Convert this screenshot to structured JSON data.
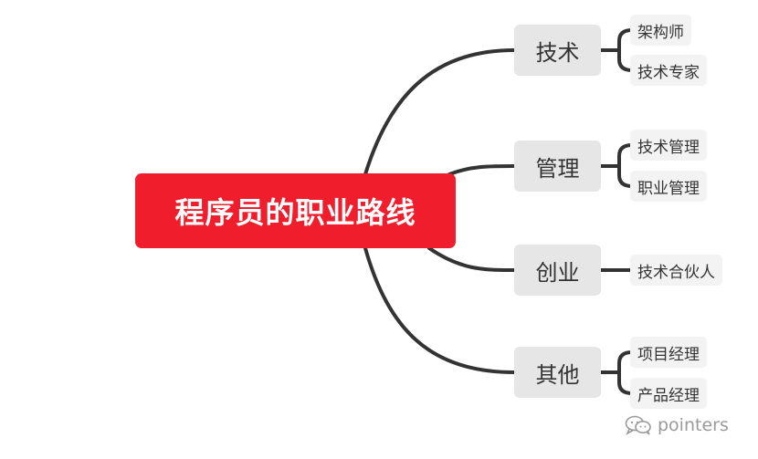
{
  "mindmap": {
    "root": "程序员的职业路线",
    "branches": [
      {
        "label": "技术",
        "children": [
          "架构师",
          "技术专家"
        ]
      },
      {
        "label": "管理",
        "children": [
          "技术管理",
          "职业管理"
        ]
      },
      {
        "label": "创业",
        "children": [
          "技术合伙人"
        ]
      },
      {
        "label": "其他",
        "children": [
          "项目经理",
          "产品经理"
        ]
      }
    ]
  },
  "watermark": {
    "text": "pointers",
    "icon": "wechat-icon"
  },
  "colors": {
    "root": "#f01e2c",
    "branch_bg": "#e6e6e6",
    "leaf_bg": "#f3f3f3",
    "line": "#333333"
  }
}
